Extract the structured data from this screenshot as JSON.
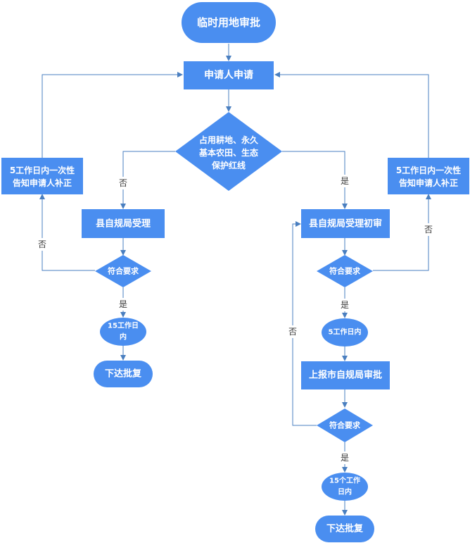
{
  "nodes": {
    "start": "临时用地审批",
    "apply": "申请人申请",
    "decision_main_1": "占用耕地、永久",
    "decision_main_2": "基本农田、生态",
    "decision_main_3": "保护红线",
    "left_notify_1": "5工作日内一次性",
    "left_notify_2": "告知申请人补正",
    "right_notify_1": "5工作日内一次性",
    "right_notify_2": "告知申请人补正",
    "left_accept": "县自规局受理",
    "right_accept": "县自规局受理初审",
    "left_check": "符合要求",
    "right_check": "符合要求",
    "left_days_1": "15工作日",
    "left_days_2": "内",
    "right_days": "5工作日内",
    "left_reply": "下达批复",
    "city_review": "上报市自规局审批",
    "city_check": "符合要求",
    "final_days_1": "15个工作",
    "final_days_2": "日内",
    "final_reply": "下达批复"
  },
  "labels": {
    "no_left_branch": "否",
    "yes_right_branch": "是",
    "no_left_loop": "否",
    "yes_left": "是",
    "no_right_loop": "否",
    "yes_right": "是",
    "no_city_loop": "否",
    "yes_city": "是"
  },
  "colors": {
    "node": "#4a8ef0",
    "edge": "#4a7fc0",
    "text": "#ffffff"
  }
}
